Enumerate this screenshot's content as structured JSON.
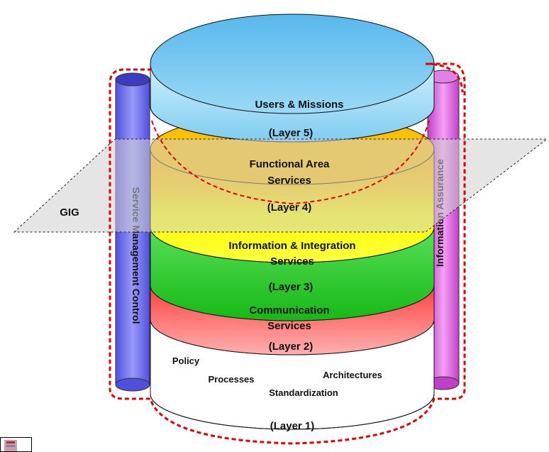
{
  "diagram": {
    "gig_label": "GIG",
    "left_pillar": "Service Management Control",
    "right_pillar": "Information Assurance",
    "layer5": {
      "title": "Users & Missions",
      "layer": "(Layer 5)"
    },
    "layer4": {
      "title_line1": "Functional Area",
      "title_line2": "Services",
      "layer": "(Layer 4)"
    },
    "layer3": {
      "title_line1": "Information & Integration",
      "title_line2": "Services",
      "layer": "(Layer 3)"
    },
    "layer2": {
      "title_line1": "Communication",
      "title_line2": "Services",
      "layer": "(Layer 2)"
    },
    "layer1": {
      "policy": "Policy",
      "processes": "Processes",
      "architectures": "Architectures",
      "standardization": "Standardization",
      "layer": "(Layer 1)"
    }
  },
  "colors": {
    "layer5": "#6cc4f0",
    "layer4_top": "#ffc000",
    "layer4_bottom": "#ffff00",
    "layer3": "#22cc22",
    "layer2": "#ff5555",
    "layer1": "#ffffff",
    "left_pillar": "#6e6ef0",
    "right_pillar": "#e066e0",
    "outline_dashed": "#e00000"
  }
}
